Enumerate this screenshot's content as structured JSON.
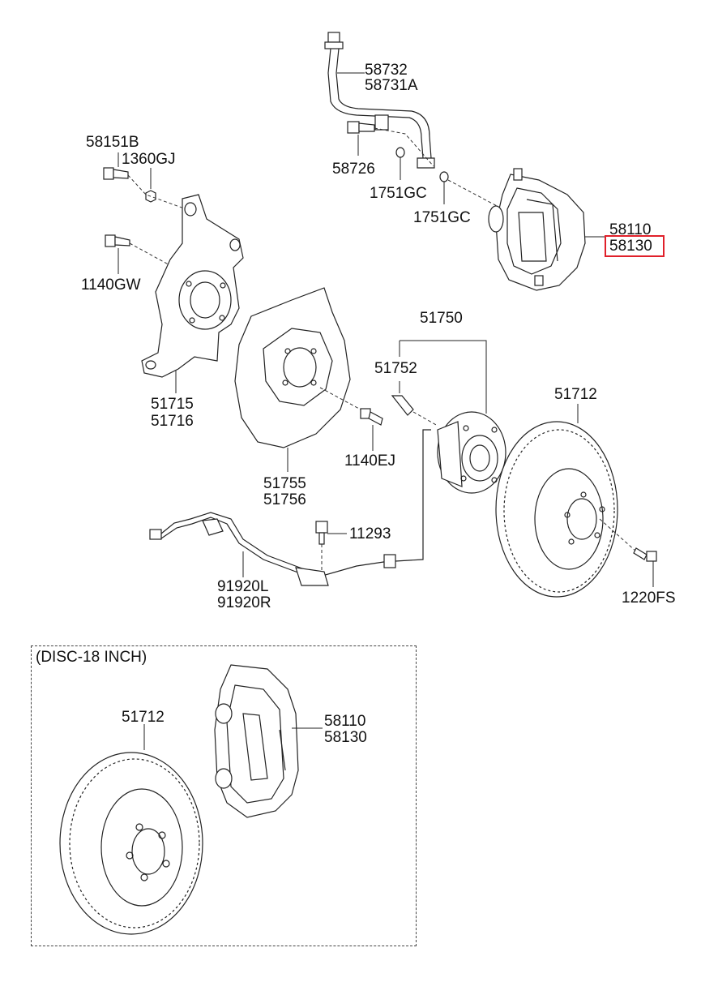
{
  "labels": {
    "l58732": "58732",
    "l58731A": "58731A",
    "l58151B": "58151B",
    "l1360GJ": "1360GJ",
    "l58726": "58726",
    "l1751GC_a": "1751GC",
    "l1751GC_b": "1751GC",
    "l58110_top": "58110",
    "l58130_top": "58130",
    "l1140GW": "1140GW",
    "l51750": "51750",
    "l51752": "51752",
    "l51712_top": "51712",
    "l51715": "51715",
    "l51716": "51716",
    "l1140EJ": "1140EJ",
    "l51755": "51755",
    "l51756": "51756",
    "l11293": "11293",
    "l1220FS": "1220FS",
    "l91920L": "91920L",
    "l91920R": "91920R",
    "l51712_inset": "51712",
    "l58110_inset": "58110",
    "l58130_inset": "58130"
  },
  "inset_title": "(DISC-18 INCH)",
  "highlight_color": "#e0202a"
}
